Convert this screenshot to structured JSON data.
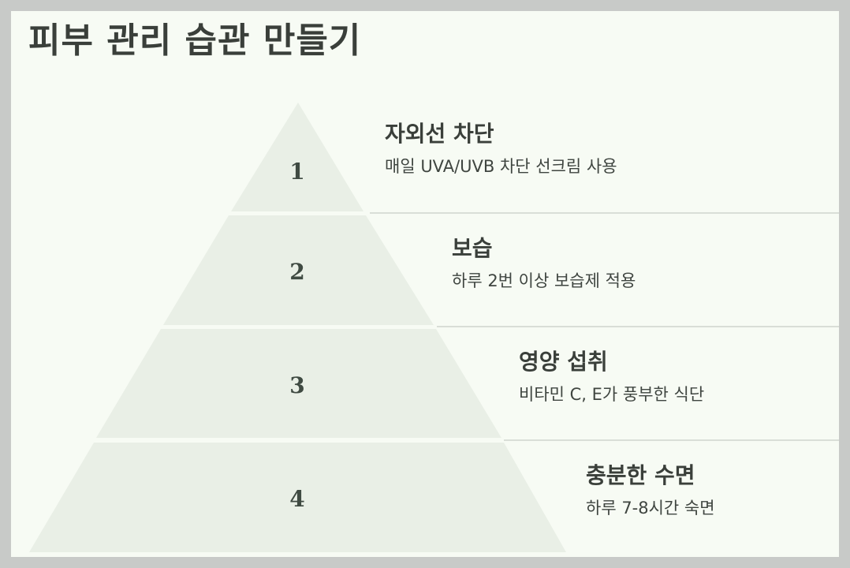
{
  "title": "피부 관리 습관 만들기",
  "colors": {
    "background": "#f7fbf4",
    "frame": "#c8cac8",
    "tier_fill": "#e9efe6",
    "text": "#3a3f3a",
    "divider": "#cfd5cd"
  },
  "tiers": [
    {
      "number": "1",
      "title": "자외선 차단",
      "description": "매일 UVA/UVB 차단 선크림 사용"
    },
    {
      "number": "2",
      "title": "보습",
      "description": "하루 2번 이상 보습제 적용"
    },
    {
      "number": "3",
      "title": "영양 섭취",
      "description": "비타민 C, E가 풍부한 식단"
    },
    {
      "number": "4",
      "title": "충분한 수면",
      "description": "하루 7-8시간 숙면"
    }
  ]
}
